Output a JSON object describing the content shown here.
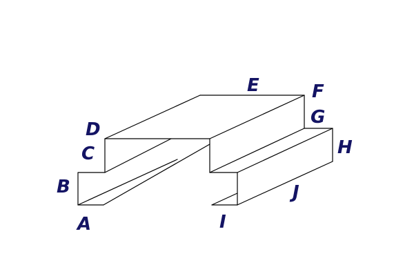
{
  "diagram": {
    "labels": {
      "A": "A",
      "B": "B",
      "C": "C",
      "D": "D",
      "E": "E",
      "F": "F",
      "G": "G",
      "H": "H",
      "I": "I",
      "J": "J"
    },
    "colors": {
      "label": "#141464",
      "line": "#000000",
      "background": "#ffffff"
    }
  }
}
